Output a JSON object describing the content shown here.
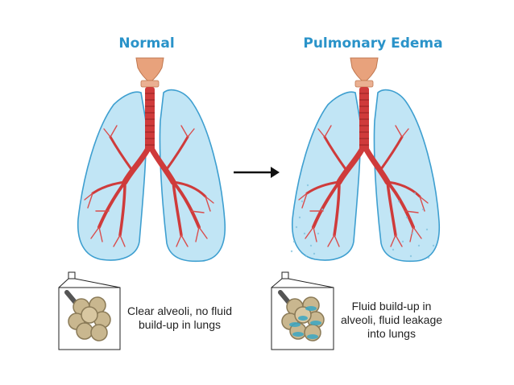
{
  "left_panel": {
    "title": "Normal",
    "caption": [
      "Clear alveoli, no fluid",
      "build-up in lungs"
    ]
  },
  "right_panel": {
    "title": "Pulmonary Edema",
    "caption": [
      "Fluid build-up in",
      "alveoli, fluid leakage",
      "into lungs"
    ]
  },
  "colors": {
    "title": "#2a93c9",
    "lung_fill": "#b6e0f3",
    "lung_stroke": "#3e9fd0",
    "airway": "#cf3b3b",
    "airway_dark": "#9e2525",
    "larynx": "#e8a27c",
    "alveoli": "#b7a37c",
    "fluid": "#3aa7c4"
  }
}
